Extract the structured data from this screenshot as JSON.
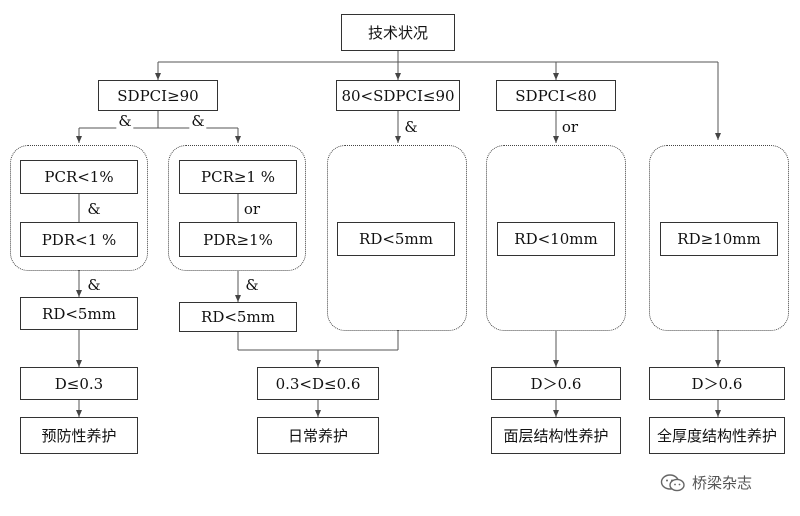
{
  "root": "技术状况",
  "level1": {
    "a": "SDPCI≥90",
    "b": "80<SDPCI≤90",
    "c": "SDPCI<80"
  },
  "group1": {
    "pcr": "PCR<1%",
    "pdr": "PDR<1 %"
  },
  "group2": {
    "pcr": "PCR≥1 %",
    "pdr": "PDR≥1%"
  },
  "rd": {
    "g1": "RD<5mm",
    "g2": "RD<5mm",
    "g3": "RD<5mm",
    "g4": "RD<10mm",
    "g5": "RD≥10mm"
  },
  "thresholds": {
    "t1": "D≤0.3",
    "t2": "0.3<D≤0.6",
    "t3": "D＞0.6",
    "t4": "D＞0.6"
  },
  "actions": {
    "a1": "预防性养护",
    "a2": "日常养护",
    "a3": "面层结构性养护",
    "a4": "全厚度结构性养护"
  },
  "connectors": {
    "and": "&",
    "or": "or"
  },
  "watermark": {
    "text": "桥梁杂志",
    "icon": "wechat-icon"
  }
}
